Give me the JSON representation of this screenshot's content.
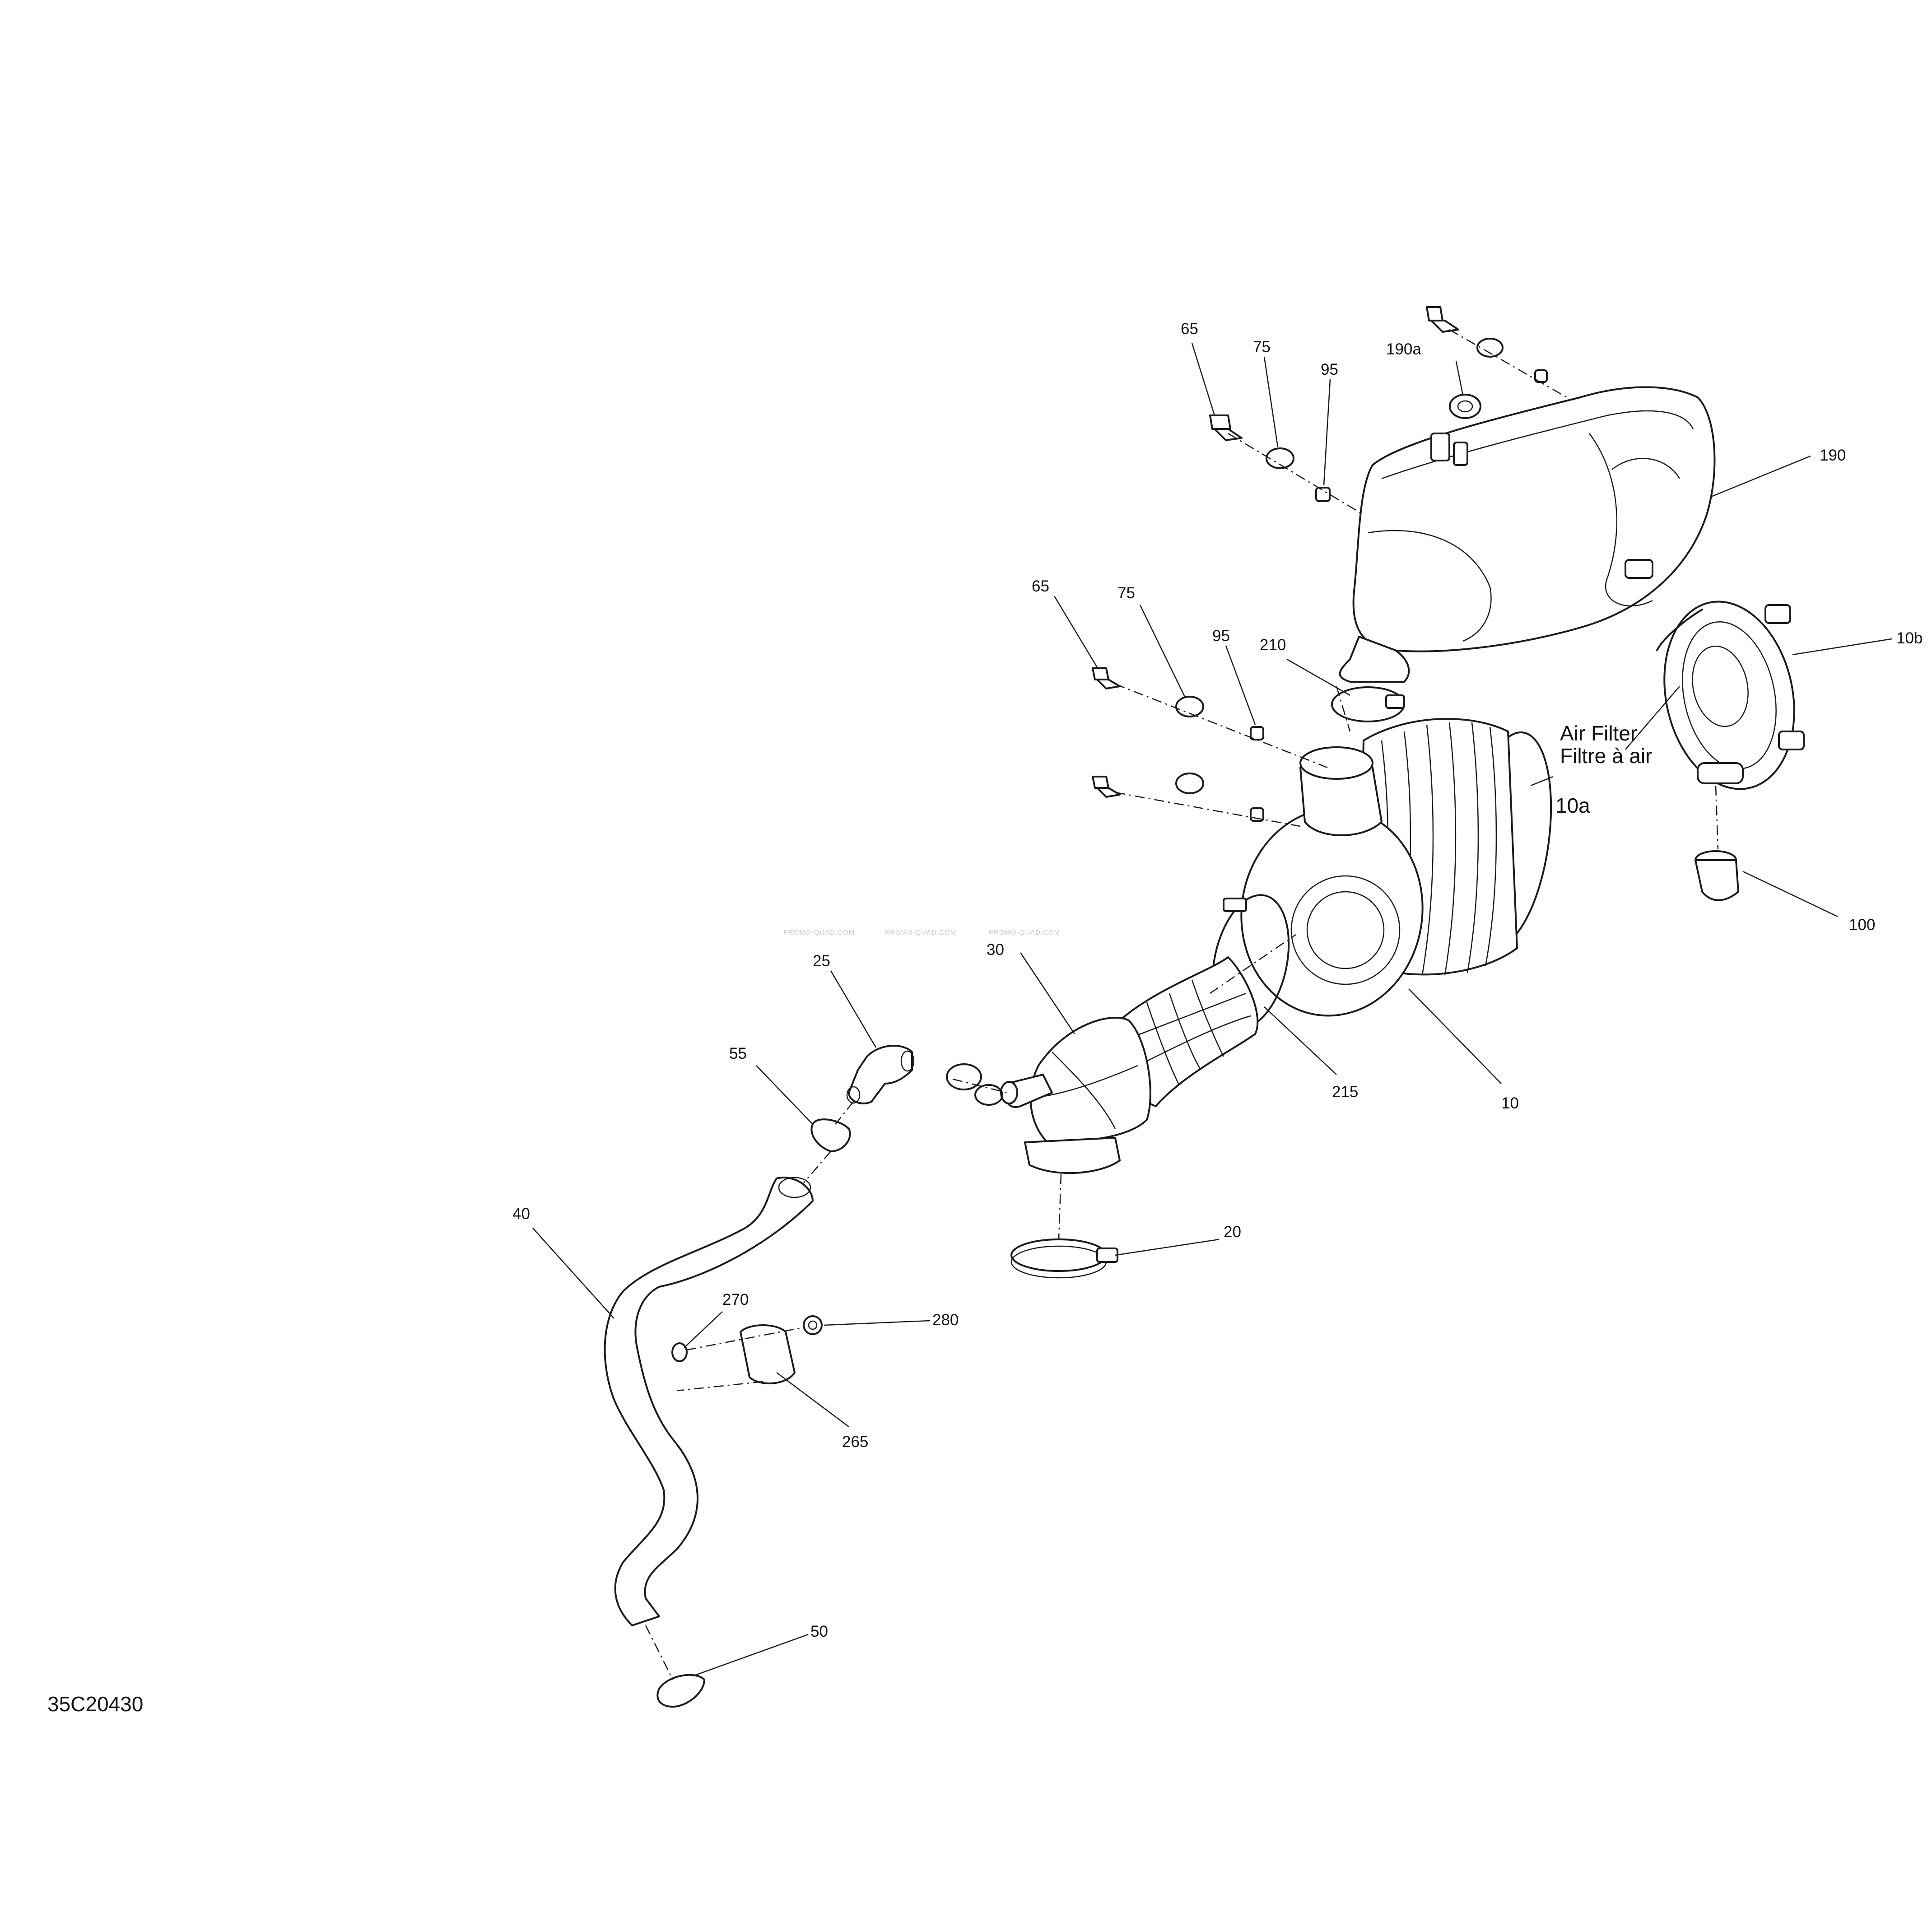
{
  "diagram_code": "35C20430",
  "annotations": {
    "air_filter_en": "Air Filter",
    "air_filter_fr": "Filtre à air"
  },
  "watermark": "PROMO-QUAD.COM",
  "callouts": {
    "c65a": "65",
    "c75a": "75",
    "c95a": "95",
    "c190a": "190a",
    "c190": "190",
    "c65b": "65",
    "c75b": "75",
    "c95b": "95",
    "c210": "210",
    "c10b": "10b",
    "c10a": "10a",
    "c100": "100",
    "c30": "30",
    "c25": "25",
    "c55": "55",
    "c215": "215",
    "c10": "10",
    "c20": "20",
    "c40": "40",
    "c270": "270",
    "c280": "280",
    "c265": "265",
    "c50": "50"
  }
}
